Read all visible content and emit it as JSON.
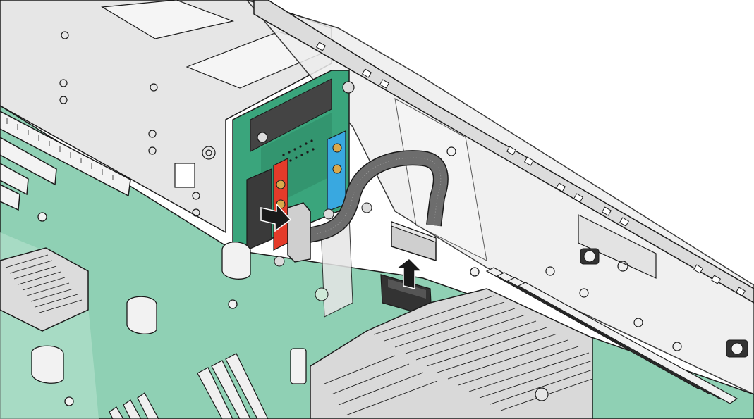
{
  "illustration": {
    "colors": {
      "motherboard": "#8fd0b4",
      "motherboard_light": "#b8e3cf",
      "psu_metal": "#e6e6e6",
      "chassis_metal": "#eeeeee",
      "riser_board": "#3aa57c",
      "red_connector": "#e43b2a",
      "blue_connector": "#39a8e0",
      "cable": "#6d6d6d",
      "connector_gray": "#cfcfcf",
      "arrow": "#1a1a1a",
      "outline": "#1a1a1a"
    },
    "actions": [
      {
        "name": "disconnect-cable-from-riser-board",
        "direction": "push-into-connector"
      },
      {
        "name": "connect-cable-to-motherboard-header",
        "direction": "up"
      }
    ]
  }
}
